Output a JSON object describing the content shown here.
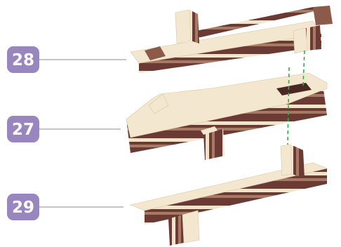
{
  "parts": [
    {
      "id": "top",
      "label": "28"
    },
    {
      "id": "middle",
      "label": "27"
    },
    {
      "id": "bottom",
      "label": "29"
    }
  ],
  "colors": {
    "badge": "#9a86bf",
    "leader_line": "#8c8c8c",
    "wood_light": "#f4e7cf",
    "wood_dark": "#6b3a35",
    "wood_mid": "#a77a63",
    "guide_line": "#2fb04a"
  }
}
